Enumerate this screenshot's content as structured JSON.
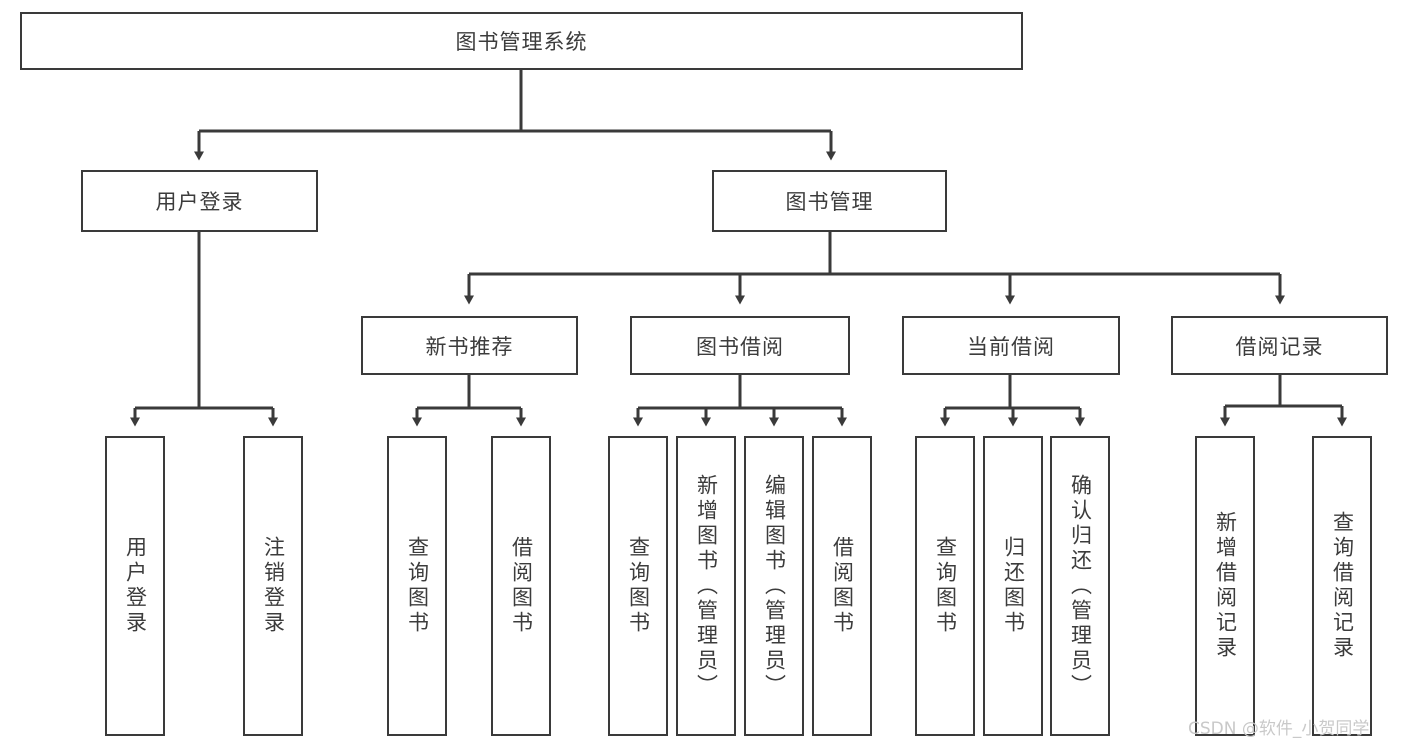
{
  "diagram": {
    "type": "tree-hierarchy",
    "title": "图书管理系统",
    "orientation": "top-down",
    "colors": {
      "stroke": "#3a3a3a",
      "box_fill": "#ffffff",
      "text": "#3c3c3c",
      "background": "#ffffff",
      "watermark": "#c9c9c9"
    }
  },
  "watermark": {
    "text": "CSDN @软件_小贺同学"
  },
  "nodes": {
    "root": {
      "label": "图书管理系统",
      "level": 1,
      "orientation": "horizontal"
    },
    "user_login": {
      "label": "用户登录",
      "level": 2,
      "orientation": "horizontal"
    },
    "book_manage": {
      "label": "图书管理",
      "level": 2,
      "orientation": "horizontal"
    },
    "new_book_rec": {
      "label": "新书推荐",
      "level": 3,
      "orientation": "horizontal"
    },
    "book_borrow": {
      "label": "图书借阅",
      "level": 3,
      "orientation": "horizontal"
    },
    "current_borrow": {
      "label": "当前借阅",
      "level": 3,
      "orientation": "horizontal"
    },
    "borrow_record": {
      "label": "借阅记录",
      "level": 3,
      "orientation": "horizontal"
    },
    "leaf_user_login": {
      "label": "用户登录",
      "level": 4,
      "orientation": "vertical",
      "parent": "user_login"
    },
    "leaf_logout": {
      "label": "注销登录",
      "level": 4,
      "orientation": "vertical",
      "parent": "user_login"
    },
    "leaf_query_book_a": {
      "label": "查询图书",
      "level": 4,
      "orientation": "vertical",
      "parent": "new_book_rec"
    },
    "leaf_borrow_book_a": {
      "label": "借阅图书",
      "level": 4,
      "orientation": "vertical",
      "parent": "new_book_rec"
    },
    "leaf_query_book_b": {
      "label": "查询图书",
      "level": 4,
      "orientation": "vertical",
      "parent": "book_borrow"
    },
    "leaf_add_book": {
      "label": "新增图书（管理员）",
      "level": 4,
      "orientation": "vertical",
      "parent": "book_borrow"
    },
    "leaf_edit_book": {
      "label": "编辑图书（管理员）",
      "level": 4,
      "orientation": "vertical",
      "parent": "book_borrow"
    },
    "leaf_borrow_book_b": {
      "label": "借阅图书",
      "level": 4,
      "orientation": "vertical",
      "parent": "book_borrow"
    },
    "leaf_query_book_c": {
      "label": "查询图书",
      "level": 4,
      "orientation": "vertical",
      "parent": "current_borrow"
    },
    "leaf_return_book": {
      "label": "归还图书",
      "level": 4,
      "orientation": "vertical",
      "parent": "current_borrow"
    },
    "leaf_confirm_return": {
      "label": "确认归还（管理员）",
      "level": 4,
      "orientation": "vertical",
      "parent": "current_borrow"
    },
    "leaf_add_record": {
      "label": "新增借阅记录",
      "level": 4,
      "orientation": "vertical",
      "parent": "borrow_record"
    },
    "leaf_query_record": {
      "label": "查询借阅记录",
      "level": 4,
      "orientation": "vertical",
      "parent": "borrow_record"
    }
  },
  "edges": [
    {
      "from": "root",
      "to": "user_login"
    },
    {
      "from": "root",
      "to": "book_manage"
    },
    {
      "from": "book_manage",
      "to": "new_book_rec"
    },
    {
      "from": "book_manage",
      "to": "book_borrow"
    },
    {
      "from": "book_manage",
      "to": "current_borrow"
    },
    {
      "from": "book_manage",
      "to": "borrow_record"
    },
    {
      "from": "user_login",
      "to": "leaf_user_login"
    },
    {
      "from": "user_login",
      "to": "leaf_logout"
    },
    {
      "from": "new_book_rec",
      "to": "leaf_query_book_a"
    },
    {
      "from": "new_book_rec",
      "to": "leaf_borrow_book_a"
    },
    {
      "from": "book_borrow",
      "to": "leaf_query_book_b"
    },
    {
      "from": "book_borrow",
      "to": "leaf_add_book"
    },
    {
      "from": "book_borrow",
      "to": "leaf_edit_book"
    },
    {
      "from": "book_borrow",
      "to": "leaf_borrow_book_b"
    },
    {
      "from": "current_borrow",
      "to": "leaf_query_book_c"
    },
    {
      "from": "current_borrow",
      "to": "leaf_return_book"
    },
    {
      "from": "current_borrow",
      "to": "leaf_confirm_return"
    },
    {
      "from": "borrow_record",
      "to": "leaf_add_record"
    },
    {
      "from": "borrow_record",
      "to": "leaf_query_record"
    }
  ]
}
